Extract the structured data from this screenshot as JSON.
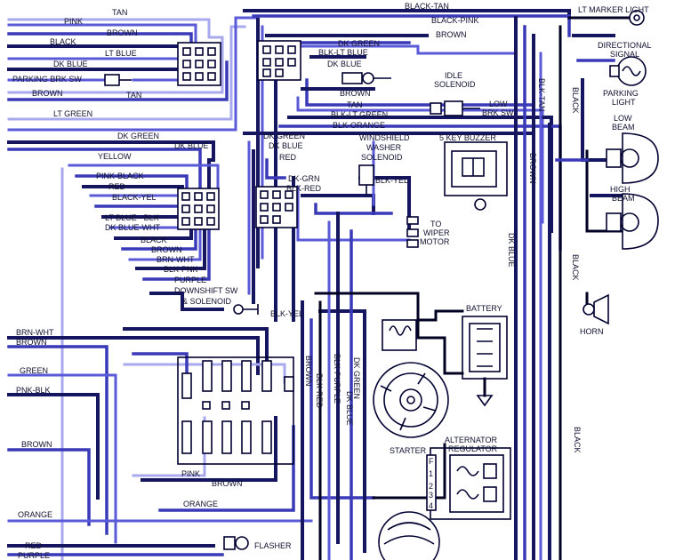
{
  "wire_labels": {
    "tan_top": "TAN",
    "pink": "PINK",
    "brown_top": "BROWN",
    "black_left": "BLACK",
    "lt_blue_left": "LT BLUE",
    "dk_blue_left": "DK BLUE",
    "parking_brk_sw": "PARKING BRK SW",
    "brown_left2": "BROWN",
    "tan_left2": "TAN",
    "lt_green": "LT GREEN",
    "dk_green_left": "DK GREEN",
    "dk_blue_left2": "DK BLUE",
    "yellow": "YELLOW",
    "pink_black": "PINK-BLACK",
    "red_left": "RED",
    "black_yel": "BLACK-YEL",
    "lt_blue_blk": "LT BLUE - BLK",
    "dk_blue_wht": "DK BLUE-WHT",
    "black_mid": "BLACK",
    "brown_mid": "BROWN",
    "brn_wht_mid": "BRN-WHT",
    "blk_pnk": "BLK-PNK",
    "purple": "PURPLE",
    "downshift_sw": "DOWNSHIFT SW",
    "and_solenoid": "& SOLENOID",
    "blk_yel_mid": "BLK-YEL",
    "brn_wht_left": "BRN-WHT",
    "brown_left3": "BROWN",
    "green": "GREEN",
    "pnk_blk": "PNK-BLK",
    "brown_left4": "BROWN",
    "pink_bottom": "PINK",
    "brown_bottom": "BROWN",
    "orange_left": "ORANGE",
    "orange_mid": "ORANGE",
    "flasher": "FLASHER",
    "red_bottom": "RED",
    "purple_bottom": "PURPLE",
    "black_tan": "BLACK-TAN",
    "black_pink": "BLACK-PINK",
    "brown_right_top": "BROWN",
    "dk_green_top": "DK GREEN",
    "blk_lt_blue": "BLK-LT BLUE",
    "dk_blue_top": "DK BLUE",
    "idle": "IDLE",
    "solenoid": "SOLENOID",
    "brown_mid2": "BROWN",
    "tan_mid": "TAN",
    "low_brk_sw_1": "LOW",
    "low_brk_sw_2": "BRK SW",
    "blk_lt_green": "BLK-LT GREEN",
    "blk_orange": "BLK-ORANGE",
    "dk_green_center": "DK GREEN",
    "dk_blue_center": "DK BLUE",
    "red_center": "RED",
    "dk_grn": "DK-GRN",
    "blk_red": "BLK-RED",
    "blk_yel_center": "BLK-YEL",
    "windshield": "WINDSHIELD",
    "washer": "WASHER",
    "solenoid_center": "SOLENOID",
    "key_buzzer": "5 KEY BUZZER",
    "to": "TO",
    "wiper": "WIPER",
    "motor": "MOTOR",
    "battery": "BATTERY",
    "dk_blue_vert": "DK BLUE",
    "brown_vert": "BROWN",
    "blk_tan_vert": "BLK-TAN",
    "black_vert_top": "BLACK",
    "black_vert_mid": "BLACK",
    "black_vert_low": "BLACK",
    "brown_vert2": "BROWN",
    "blk_red_vert": "BLK-RED",
    "blk_purple_vert": "BLK-PURPLE",
    "dk_green_vert": "DK GREEN",
    "dk_blue_vert2": "DK BLUE",
    "alternator": "ALTERNATOR",
    "regulator": "REGULATOR",
    "starter": "STARTER",
    "horn": "HORN",
    "lt_marker_light": "LT MARKER LIGHT",
    "directional": "DIRECTIONAL",
    "signal": "SIGNAL",
    "parking": "PARKING",
    "light": "LIGHT",
    "low_beam_1": "LOW",
    "low_beam_2": "BEAM",
    "high_beam_1": "HIGH",
    "high_beam_2": "BEAM"
  },
  "terminal_numbers": [
    "F",
    "1",
    "2",
    "3",
    "4"
  ]
}
